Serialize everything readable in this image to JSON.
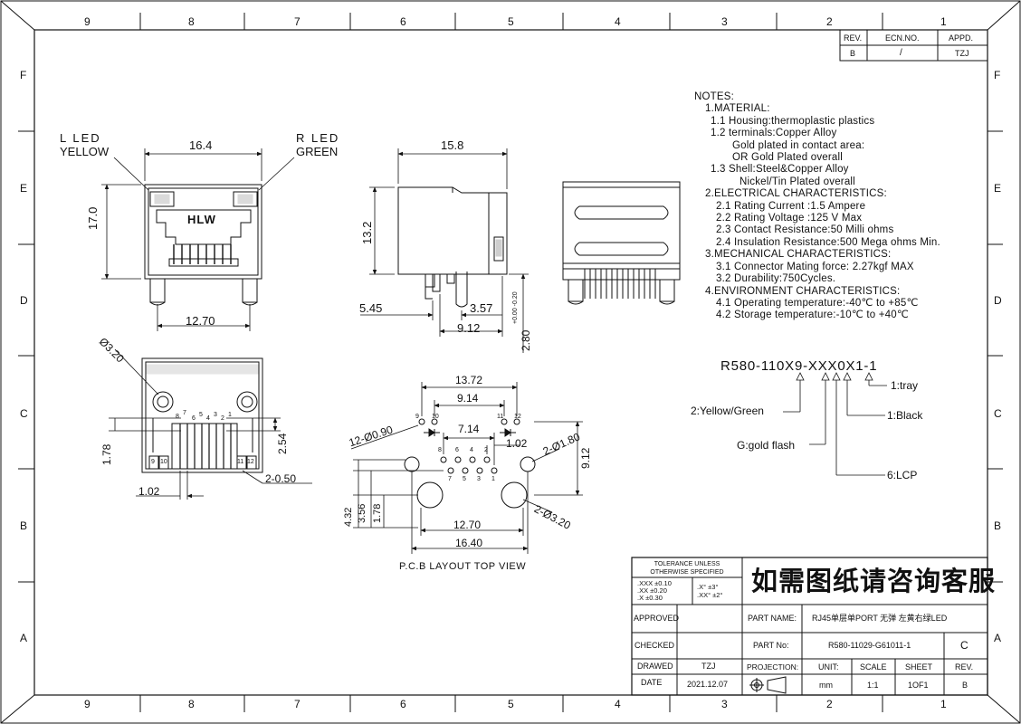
{
  "border": {
    "columns": [
      "9",
      "8",
      "7",
      "6",
      "5",
      "4",
      "3",
      "2",
      "1"
    ],
    "rows": [
      "F",
      "E",
      "D",
      "C",
      "B",
      "A"
    ]
  },
  "revision_block": {
    "headers": [
      "REV.",
      "ECN.NO.",
      "APPD."
    ],
    "values": [
      "B",
      "/",
      "TZJ"
    ]
  },
  "notes": [
    "NOTES:",
    "1.MATERIAL:",
    "1.1 Housing:thermoplastic plastics",
    "1.2 terminals:Copper Alloy",
    "Gold plated in contact area:",
    "OR Gold Plated overall",
    "1.3 Shell:Steel&Copper Alloy",
    "Nickel/Tin Plated overall",
    "2.ELECTRICAL CHARACTERISTICS:",
    "2.1 Rating Current :1.5 Ampere",
    "2.2 Rating Voltage :125 V Max",
    "2.3 Contact Resistance:50 Milli ohms",
    "2.4 Insulation Resistance:500 Mega ohms Min.",
    "3.MECHANICAL CHARACTERISTICS:",
    "3.1 Connector Mating force: 2.27kgf MAX",
    "3.2 Durability:750Cycles.",
    "4.ENVIRONMENT CHARACTERISTICS:",
    "4.1 Operating temperature:-40℃ to +85℃",
    "4.2 Storage temperature:-10℃ to +40℃"
  ],
  "part_number_legend": {
    "code": "R580-110X9-XXX0X1-1",
    "options": [
      "1:tray",
      "1:Black",
      "2:Yellow/Green",
      "G:gold flash",
      "6:LCP"
    ]
  },
  "front_view": {
    "left_led": "L LED",
    "left_color": "YELLOW",
    "right_led": "R LED",
    "right_color": "GREEN",
    "logo": "HLW",
    "dim_width": "16.4",
    "dim_height": "17.0",
    "dim_pitch": "12.70"
  },
  "side_view": {
    "dim_length": "15.8",
    "dim_height": "13.2",
    "dim_a": "5.45",
    "dim_b": "3.57",
    "dim_c": "9.12",
    "dim_d": "2.80",
    "dim_d_tol": "+0.00 -0.20"
  },
  "bottom_view": {
    "dim_hole": "Ø3.20",
    "dim_a": "1.78",
    "dim_b": "2.54",
    "dim_c": "1.02",
    "dim_d": "2-0.50",
    "pins_top": [
      "8",
      "7",
      "6",
      "5",
      "4",
      "3",
      "2",
      "1"
    ],
    "pins_bottom": [
      "9",
      "10",
      "11",
      "12"
    ]
  },
  "pcb_layout": {
    "caption": "P.C.B LAYOUT TOP VIEW",
    "dims": {
      "d1372": "13.72",
      "d914": "9.14",
      "d714": "7.14",
      "d102": "1.02",
      "hole12": "12-Ø0.90",
      "hole2a": "2-Ø1.80",
      "d912": "9.12",
      "hole2b": "2-Ø3.20",
      "d432": "4.32",
      "d356": "3.56",
      "d178": "1.78",
      "d1270": "12.70",
      "d1640": "16.40"
    },
    "pin_labels": [
      "9",
      "10",
      "11",
      "12",
      "8",
      "6",
      "4",
      "2",
      "7",
      "5",
      "3",
      "1"
    ]
  },
  "title_block": {
    "tolerance_title": "TOLERANCE UNLESS",
    "tolerance_title2": "OTHERWISE SPECIFIED",
    "tol_lines": [
      ".XXX ±0.10",
      ".XX ±0.20",
      ".X ±0.30"
    ],
    "ang_lines": [
      ".X° ±3°",
      ".XX° ±2°"
    ],
    "banner": "如需图纸请咨询客服",
    "labels": {
      "approved": "APPROVED",
      "checked": "CHECKED",
      "drawed": "DRAWED",
      "date": "DATE",
      "part_name": "PART NAME:",
      "part_no": "PART No:",
      "projection": "PROJECTION:",
      "unit": "UNIT:",
      "scale": "SCALE",
      "sheet": "SHEET",
      "rev": "REV."
    },
    "values": {
      "drawed_by": "TZJ",
      "date": "2021.12.07",
      "part_name": "RJ45单层单PORT 无弹 左黄右绿LED",
      "part_no": "R580-11029-G61011-1",
      "part_rev": "C",
      "unit": "mm",
      "scale": "1:1",
      "sheet": "1OF1",
      "rev": "B"
    }
  }
}
